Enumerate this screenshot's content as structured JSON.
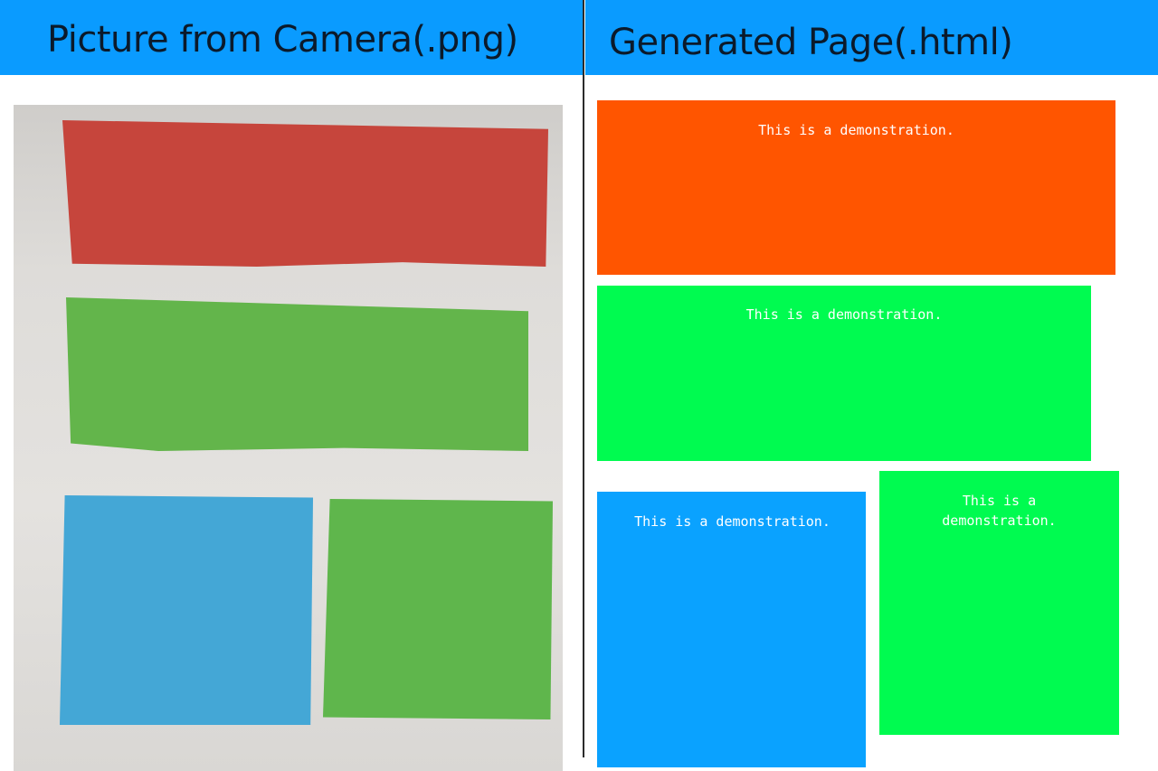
{
  "headers": {
    "left_title": "Picture from Camera(.png)",
    "right_title": "Generated Page(.html)"
  },
  "generated_page": {
    "blocks": [
      {
        "text": "This is a demonstration.",
        "color": "#ff5500"
      },
      {
        "text": "This is a demonstration.",
        "color": "#00fb50"
      },
      {
        "text": "This is a demonstration.",
        "color": "#0aa2ff"
      },
      {
        "text": "This is a demonstration.",
        "color": "#00fb50"
      }
    ]
  },
  "camera_photo": {
    "papers": [
      {
        "color": "#c6453c"
      },
      {
        "color": "#63b54b"
      },
      {
        "color": "#44a7d6"
      },
      {
        "color": "#5fb64c"
      }
    ]
  },
  "colors": {
    "header_background": "#0a9bff",
    "divider": "#2b2b2b"
  }
}
